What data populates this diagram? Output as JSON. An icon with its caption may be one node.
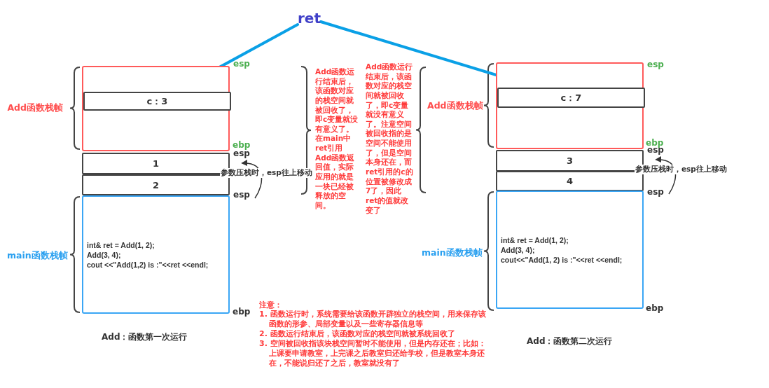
{
  "diagram": {
    "nodes": [
      {
        "text": [
          "ret"
        ]
      },
      {
        "text": [],
        "shape": "box",
        "beside": [
          "Add函数栈帧"
        ]
      },
      {
        "text": [
          "c：3"
        ],
        "in": 1
      },
      {
        "text": [
          "1"
        ]
      },
      {
        "text": [
          "2"
        ]
      },
      {
        "text": [
          "int& ret = Add(1, 2);",
          "Add(3, 4);",
          "cout <<\"Add(1,2) is :\"<<ret <<endl;"
        ],
        "beside": [
          "main函数栈帧"
        ]
      },
      {
        "text": [],
        "shape": "box",
        "beside": [
          "Add函数栈帧"
        ]
      },
      {
        "text": [
          "c：7"
        ],
        "in": 6
      },
      {
        "text": [
          "3"
        ]
      },
      {
        "text": [
          "4"
        ]
      },
      {
        "text": [
          "int& ret = Add(1, 2);",
          "Add(3, 4);",
          "cout<<\"Add(1, 2) is :\"<<ret <<endl;"
        ],
        "beside": [
          "main函数栈帧"
        ]
      }
    ],
    "edges": [
      {
        "from": 0,
        "to": 2,
        "arrow": "none"
      },
      {
        "from": 0,
        "to": 7,
        "arrow": "none"
      }
    ],
    "labels": [
      "esp",
      "ebp",
      "esp",
      "参数压栈时，esp往上移动",
      "esp",
      "ebp",
      "Add函数运行结束后，该函数对应的栈空间就被回收了，即c变量就没有意义了。在main中ret引用Add函数返回值，实际应用的就是一块已经被释放的空间。",
      "Add函数运行结束后，该函数对应的栈空间就被回收了，即c变量就没有意义了。注意空间被回收指的是空间不能使用了，但是空间本身还在，而ret引用的c的位置被修改成7了，因此ret的值就改变了",
      "esp",
      "ebp",
      "esp",
      "参数压栈时，esp往上移动",
      "esp",
      "ebp",
      "注意：",
      "1. 函数运行时，系统需要给该函数开辟独立的栈空间，用来保存该函数的形参、局部变量以及一些寄存器信息等",
      "2. 函数运行结束后，该函数对应的栈空间就被系统回收了",
      "3. 空间被回收指该块栈空间暂时不能使用，但是内存还在；比如：上课要申请教室，上完课之后教室归还给学校，但是教室本身还在，不能说归还了之后，教室就没有了",
      "Add：函数第一次运行",
      "Add：函数第二次运行"
    ]
  }
}
